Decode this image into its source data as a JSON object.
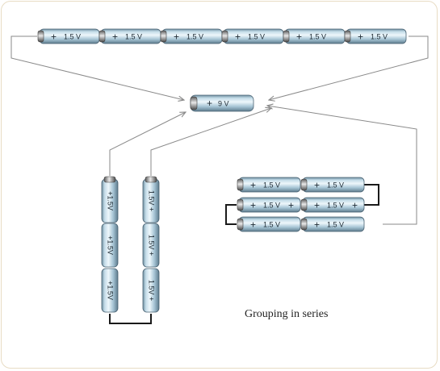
{
  "caption": "Grouping in series",
  "main_battery": {
    "plus": "+",
    "label": "9 V"
  },
  "cell": {
    "plus": "+",
    "label": "1.5 V"
  },
  "vertical_cell": {
    "label": "+1.5V",
    "label_flipped": "1.5V +"
  },
  "colors": {
    "cell_body_light": "#d8e9f1",
    "cell_body_mid": "#a8c6d6",
    "cell_body_dark": "#6f8fa1",
    "cell_outline": "#4a6272",
    "wire": "#8a8a8a",
    "connector": "#1a1a1a",
    "frame": "#e8dcc4"
  }
}
